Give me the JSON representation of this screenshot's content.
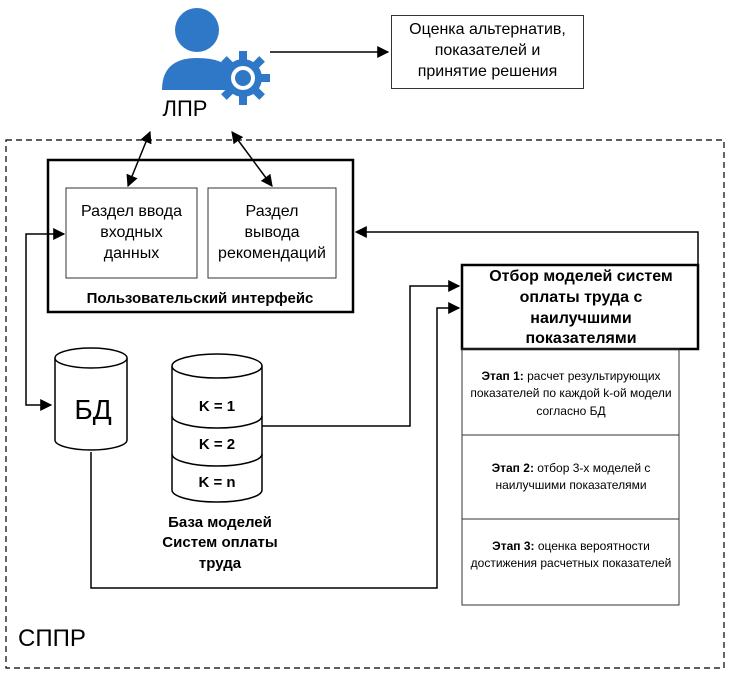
{
  "decision_maker": {
    "label": "ЛПР",
    "icon": "user-gear-icon",
    "color": "#2e78c7"
  },
  "evaluation": {
    "lines": [
      "Оценка альтернатив,",
      "показателей и",
      "принятие решения"
    ]
  },
  "user_interface": {
    "input_section": [
      "Раздел ввода",
      "входных",
      "данных"
    ],
    "output_section": [
      "Раздел",
      "вывода",
      "рекомендаций"
    ],
    "label": "Пользовательский интерфейс"
  },
  "selection": {
    "title": [
      "Отбор моделей систем",
      "оплаты труда с",
      "наилучшими",
      "показателями"
    ],
    "stages": [
      {
        "head": "Этап 1:",
        "text": " расчет результирующих показателей по каждой k-ой модели согласно БД"
      },
      {
        "head": "Этап 2:",
        "text": " отбор 3-х моделей с наилучшими показателями"
      },
      {
        "head": "Этап 3:",
        "text": " оценка вероятности достижения расчетных показателей"
      }
    ]
  },
  "database": {
    "label": "БД"
  },
  "models_db": {
    "items": [
      "K = 1",
      "K = 2",
      "K = n"
    ],
    "label": [
      "База моделей",
      "Систем оплаты",
      "труда"
    ]
  },
  "system": {
    "label": "СППР"
  }
}
